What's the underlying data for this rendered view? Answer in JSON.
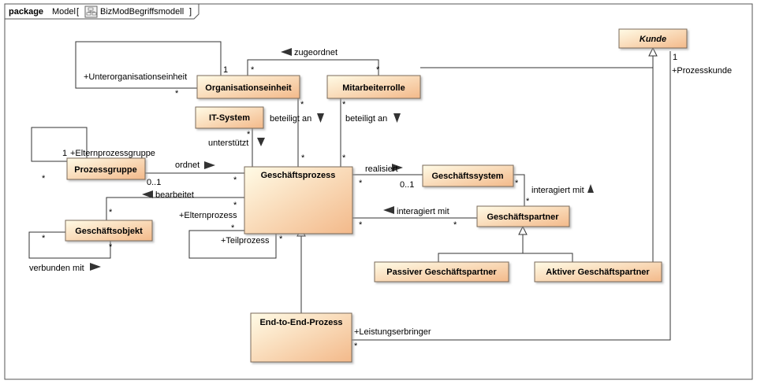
{
  "package": {
    "keyword": "package",
    "name": "Model",
    "diagram_name": "BizModBegriffsmodell",
    "diagram_icon": "class-diagram-icon"
  },
  "classes": {
    "organisationseinheit": "Organisationseinheit",
    "mitarbeiterrolle": "Mitarbeiterrolle",
    "kunde": "Kunde",
    "it_system": "IT-System",
    "prozessgruppe": "Prozessgruppe",
    "geschaeftsprozess": "Geschäftsprozess",
    "geschaeftssystem": "Geschäftssystem",
    "geschaeftsobjekt": "Geschäftsobjekt",
    "geschaeftspartner": "Geschäftspartner",
    "passiver_partner": "Passiver Geschäftspartner",
    "aktiver_partner": "Aktiver Geschäftspartner",
    "end_to_end": "End-to-End-Prozess"
  },
  "labels": {
    "zugeordnet": "zugeordnet",
    "unterorg_role": "+Unterorganisationseinheit",
    "mult_1_org": "1",
    "mult_star_org_left": "*",
    "mult_star_org_right": "*",
    "mult_star_mit": "*",
    "mult_1_kunde": "1",
    "prozesskunde": "+Prozesskunde",
    "beteiligt_an_1": "beteiligt an",
    "beteiligt_an_2": "beteiligt an",
    "mult_star_org_bottom": "*",
    "mult_star_mit_bottom": "*",
    "unterstuetzt": "unterstützt",
    "mult_star_it": "*",
    "mult_1_pg": "1",
    "elternprozessgruppe": "+Elternprozessgruppe",
    "mult_star_pg_self": "*",
    "ordnet": "ordnet",
    "mult_01_pg": "0..1",
    "mult_star_gp_ordnet": "*",
    "mult_star_gp_top_left": "*",
    "mult_star_gp_top_right": "*",
    "realisiert": "realisiert",
    "mult_star_gp_real": "*",
    "mult_01_gs": "0..1",
    "mult_star_gs": "*",
    "interagiert_mit_1": "interagiert mit",
    "mult_star_gpart_top": "*",
    "bearbeitet": "bearbeitet",
    "mult_star_gp_bearb": "*",
    "mult_star_go_top": "*",
    "elternprozess": "+Elternprozess",
    "interagiert_mit_2": "interagiert mit",
    "mult_star_gp_inter": "*",
    "mult_star_gpart_left": "*",
    "mult_star_go_left": "*",
    "mult_star_go_right": "*",
    "verbunden_mit": "verbunden mit",
    "mult_star_tp": "*",
    "teilprozess": "+Teilprozess",
    "mult_star_gp_tp": "*",
    "leistungserbringer": "+Leistungserbringer",
    "mult_star_e2e": "*"
  },
  "colors": {
    "class_fill_start": "#fffbe6",
    "class_fill_end": "#f3b98a",
    "class_border": "#7a6a5a",
    "frame_border": "#555555",
    "connector": "#333333",
    "arrow": "#333333"
  }
}
